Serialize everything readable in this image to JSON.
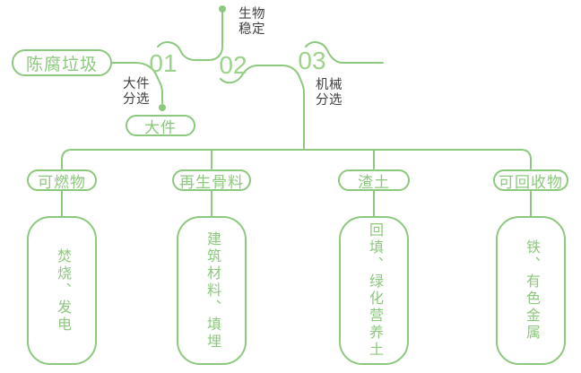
{
  "palette": {
    "line_green": "#8CC87D",
    "number_green": "#9CD38B",
    "label_dark": "#3F3F3F",
    "background": "#FFFFFF"
  },
  "source": {
    "label": "陈腐垃圾"
  },
  "steps": [
    {
      "number": "01",
      "process_label": "大件\n分选",
      "output": "大件"
    },
    {
      "number": "02",
      "process_label": "生物\n稳定"
    },
    {
      "number": "03",
      "process_label": "机械\n分选"
    }
  ],
  "branches": [
    {
      "category": "可燃物",
      "result": "焚烧、发电"
    },
    {
      "category": "再生骨料",
      "result": "建筑材料、填埋"
    },
    {
      "category": "渣土",
      "result": "回填、绿化营养土"
    },
    {
      "category": "可回收物",
      "result": "铁、有色金属"
    }
  ]
}
